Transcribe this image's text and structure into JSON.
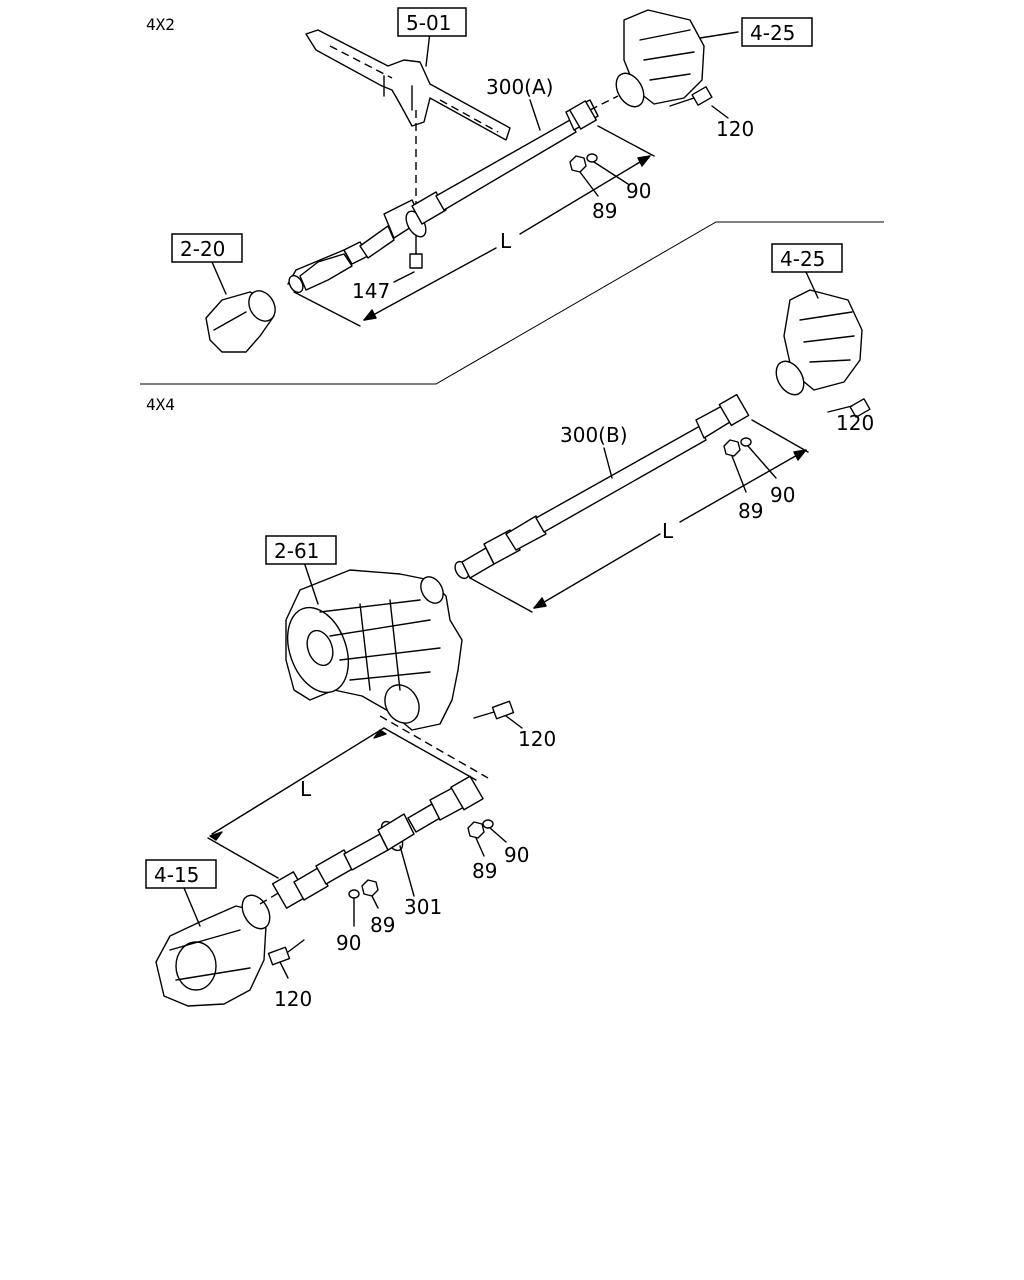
{
  "sections": {
    "upper": "4X2",
    "lower": "4X4"
  },
  "refs": {
    "frame": "5-01",
    "axle_upper": "4-25",
    "trans_4x2": "2-20",
    "axle_lower": "4-25",
    "transfer": "2-61",
    "front_axle": "4-15"
  },
  "parts": {
    "shaft_a": "300(A)",
    "shaft_b": "300(B)",
    "shaft_front": "301",
    "bolt_upper": "120",
    "nut_upper": "89",
    "washer_upper": "90",
    "bolt_center": "147",
    "len_upper": "L",
    "bolt_lower_rear": "120",
    "nut_lower_rear": "89",
    "washer_lower_rear": "90",
    "len_lower": "L",
    "bolt_transfer": "120",
    "len_front": "L",
    "nut_front_1": "89",
    "washer_front_1": "90",
    "nut_front_2": "89",
    "washer_front_2": "90",
    "bolt_front": "120"
  }
}
